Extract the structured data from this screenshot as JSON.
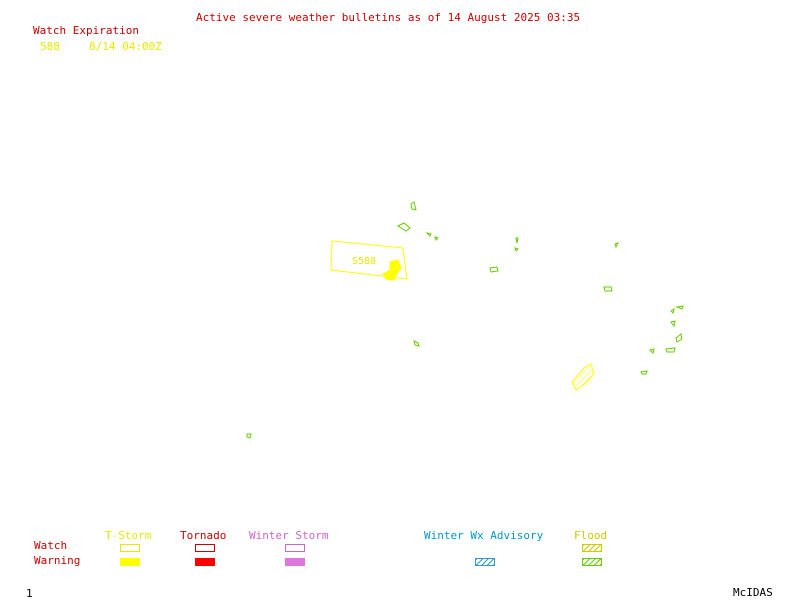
{
  "header": {
    "title": "Active severe weather bulletins as of 14 August 2025 03:35"
  },
  "watch_expiration": {
    "heading": "Watch Expiration",
    "entries": [
      {
        "number": "588",
        "expires": "8/14 04:00Z"
      }
    ]
  },
  "map": {
    "watch_label": "S588",
    "colors": {
      "tstorm": "#ffff00",
      "tornado": "#ff0000",
      "winter_storm": "#dd77dd",
      "winter_wx_advisory": "#3399cc",
      "flood": "#66cc00"
    }
  },
  "legend": {
    "row_watch": "Watch",
    "row_warning": "Warning",
    "columns": {
      "tstorm": "T-Storm",
      "tornado": "Tornado",
      "winter_storm": "Winter Storm",
      "winter_wx_advisory": "Winter Wx Advisory",
      "flood": "Flood"
    }
  },
  "footer": {
    "frame_number": "1",
    "brand": "McIDAS"
  }
}
